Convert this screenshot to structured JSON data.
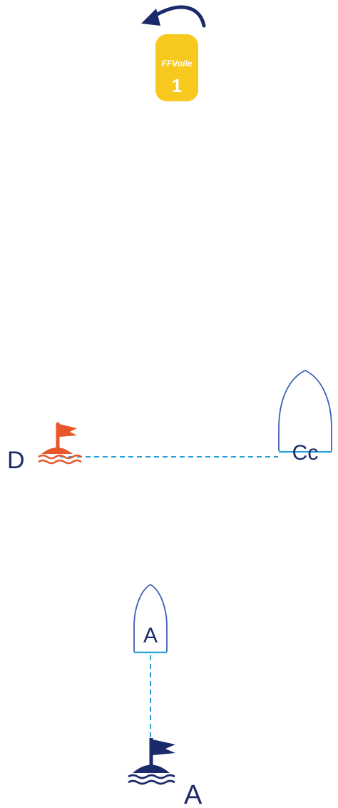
{
  "colors": {
    "navy": "#1b2a6b",
    "orange": "#e8572a",
    "yellow": "#f7c81e",
    "boat_outline": "#3a62b8",
    "boat_hull": "#2aa0d8",
    "dashed_line": "#2aa0d8"
  },
  "mark_1": {
    "logo_text": "FFVoile",
    "number": "1",
    "arrow": "counterclockwise-arrow-icon"
  },
  "committee_boat": {
    "label": "Cc"
  },
  "start_pin": {
    "label": "D",
    "icon": "orange-flag-buoy-icon"
  },
  "boat_a": {
    "label": "A"
  },
  "buoy_a": {
    "label": "A",
    "icon": "navy-flag-buoy-icon"
  }
}
